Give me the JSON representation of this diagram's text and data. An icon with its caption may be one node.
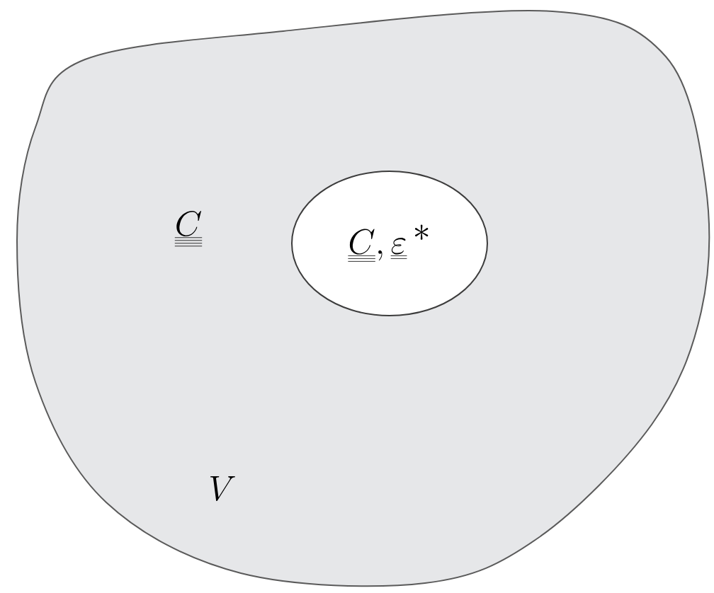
{
  "diagram": {
    "nodes": [
      {
        "text": [
          "\\underline{\\underline{\\underline{\\underline{C}}}}",
          "V"
        ]
      },
      {
        "text": [
          "\\underline{\\underline{\\underline{C}}},\\underline{\\underline{\\varepsilon}}^{\\,*}"
        ],
        "in": 0
      }
    ]
  }
}
